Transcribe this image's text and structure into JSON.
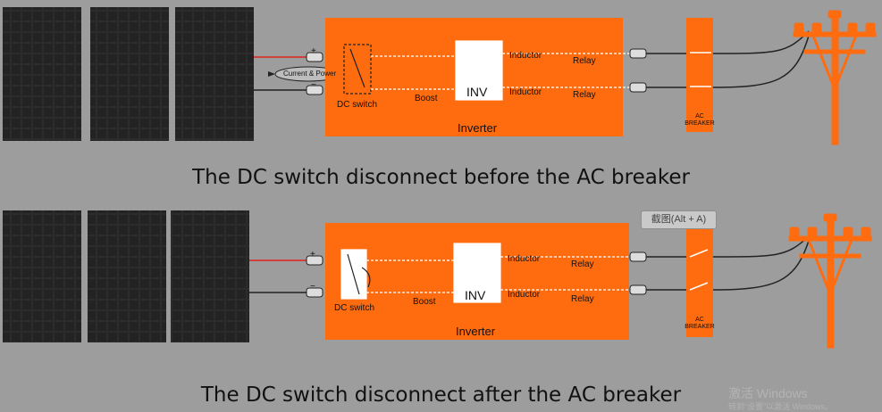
{
  "top": {
    "dc_switch": "DC switch",
    "boost": "Boost",
    "inv": "INV",
    "inverter": "Inverter",
    "inductor1": "Inductor",
    "inductor2": "Inductor",
    "relay1": "Relay",
    "relay2": "Relay",
    "breaker_line1": "AC",
    "breaker_line2": "BREAKER",
    "current_power": "Current & Power",
    "plus": "+",
    "minus": "−",
    "caption": "The DC switch disconnect before the AC breaker"
  },
  "bottom": {
    "dc_switch": "DC switch",
    "boost": "Boost",
    "inv": "INV",
    "inverter": "Inverter",
    "inductor1": "Inductor",
    "inductor2": "Inductor",
    "relay1": "Relay",
    "relay2": "Relay",
    "breaker_line1": "AC",
    "breaker_line2": "BREAKER",
    "plus": "+",
    "minus": "−",
    "caption": "The DC switch disconnect after the AC breaker"
  },
  "tooltip": "截图(Alt + A)",
  "watermark": "激活 Windows",
  "watermark_sub": "转到“设置”以激活 Windows。",
  "colors": {
    "orange": "#ff6c10",
    "background": "#9d9d9d",
    "red_wire": "#e0201c"
  }
}
